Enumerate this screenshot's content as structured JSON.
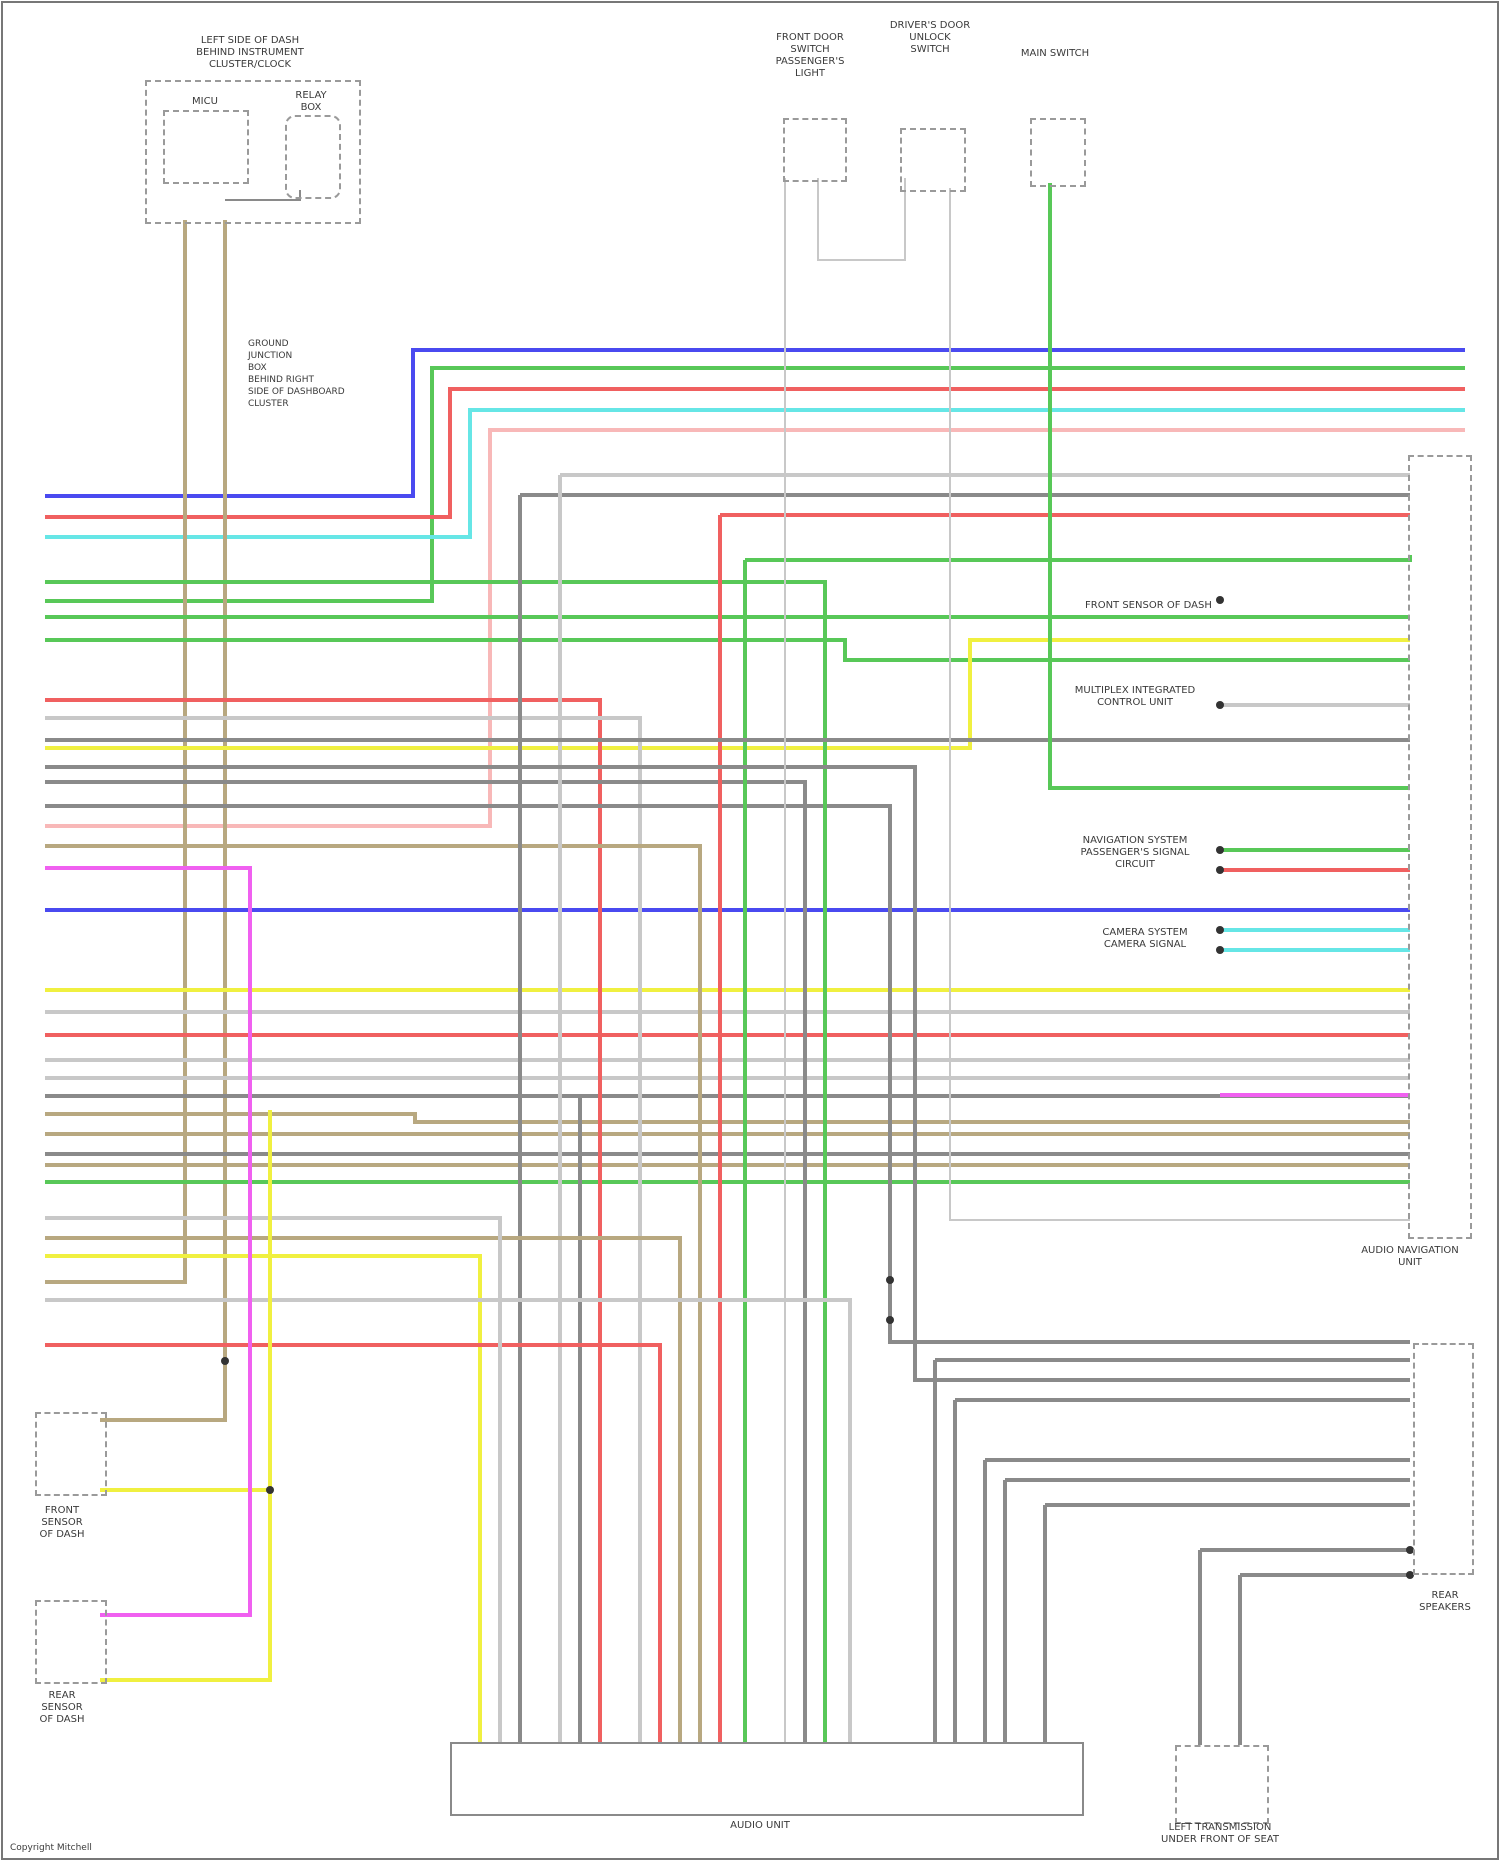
{
  "colors": {
    "blue": "#4a4af0",
    "green": "#58c858",
    "red": "#f06060",
    "cyan": "#66e6e6",
    "pink": "#f8b8b8",
    "yellow": "#f0f040",
    "magenta": "#f060f0",
    "tan": "#b8a880",
    "gray": "#8a8a8a",
    "light_gray": "#c8c8c8",
    "black": "#333333"
  },
  "components": {
    "top_left_unit": "LEFT SIDE OF DASH\nBEHIND INSTRUMENT\nCLUSTER/CLOCK",
    "top_left_sub1": "MICU",
    "top_left_sub2": "RELAY\nBOX",
    "top_mid1": "FRONT DOOR\nSWITCH\nPASSENGER'S\nLIGHT",
    "top_mid2": "DRIVER'S DOOR\nUNLOCK\nSWITCH",
    "top_right": "MAIN SWITCH",
    "splice_note": "GROUND\nJUNCTION\nBOX\nBEHIND RIGHT\nSIDE OF DASHBOARD\nCLUSTER",
    "right_unit": "AUDIO NAVIGATION\nUNIT",
    "front_sensor_label": "FRONT SENSOR OF DASH",
    "mid_sensor_label": "MULTIPLEX INTEGRATED\nCONTROL UNIT",
    "navigation_label": "NAVIGATION SYSTEM\nPASSENGER'S SIGNAL\nCIRCUIT",
    "camera_label": "CAMERA SYSTEM\nCAMERA SIGNAL",
    "left_sensor_1": "FRONT\nSENSOR\nOF DASH",
    "left_sensor_2": "REAR\nSENSOR\nOF DASH",
    "bottom_unit": "AUDIO UNIT",
    "bottom_right_unit": "LEFT TRANSMISSION\nUNDER FRONT OF SEAT",
    "right_bottom_unit": "REAR\nSPEAKERS",
    "footer": "Copyright Mitchell"
  }
}
